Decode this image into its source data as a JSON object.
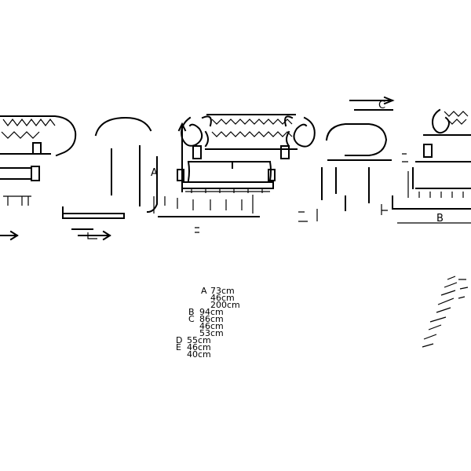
{
  "labels": {
    "a": "A",
    "b": "B",
    "c": "C"
  },
  "dimensions": [
    {
      "letter": "A",
      "value": "73cm"
    },
    {
      "letter": "",
      "value": "46cm"
    },
    {
      "letter": "",
      "value": "200cm"
    },
    {
      "letter": "B",
      "value": "94cm"
    },
    {
      "letter": "C",
      "value": "86cm"
    },
    {
      "letter": "",
      "value": "46cm"
    },
    {
      "letter": "",
      "value": "53cm"
    },
    {
      "letter": "D",
      "value": "55cm"
    },
    {
      "letter": "E",
      "value": "46cm"
    },
    {
      "letter": "",
      "value": "40cm"
    }
  ],
  "colors": {
    "line": "#000000",
    "background": "#ffffff"
  }
}
